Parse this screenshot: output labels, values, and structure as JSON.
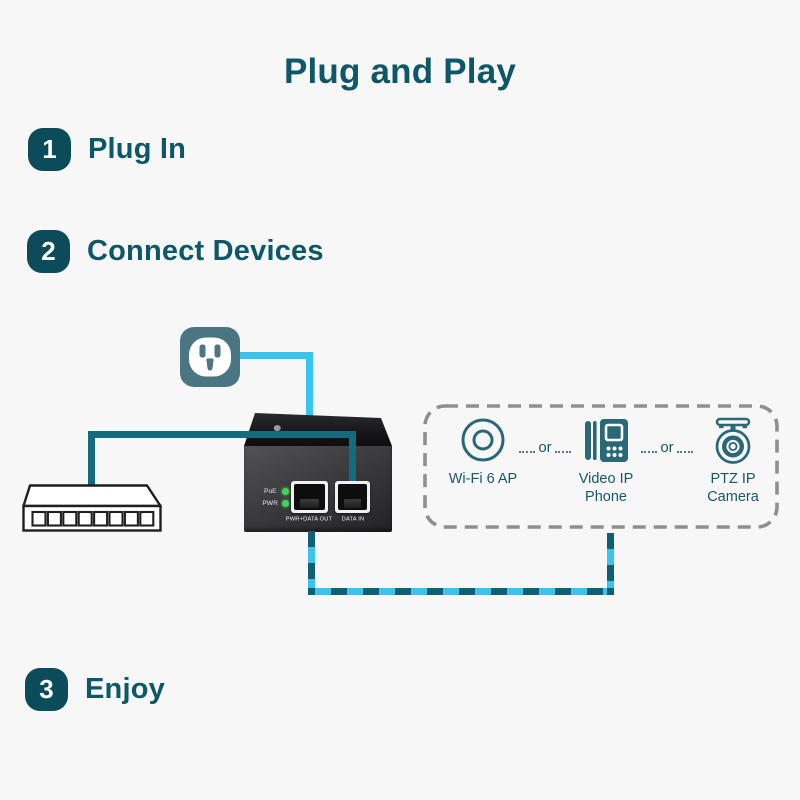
{
  "title": "Plug and Play",
  "steps": [
    {
      "num": "1",
      "label": "Plug In"
    },
    {
      "num": "2",
      "label": "Connect Devices"
    },
    {
      "num": "3",
      "label": "Enjoy"
    }
  ],
  "injector": {
    "leds": [
      {
        "label": "PoE"
      },
      {
        "label": "PWR"
      }
    ],
    "ports": [
      {
        "label": "PWR+DATA OUT"
      },
      {
        "label": "DATA IN"
      }
    ],
    "logo_icon": "tp-link-logo"
  },
  "peripherals": {
    "separator": "or",
    "items": [
      {
        "icon": "wifi-6-ap-icon",
        "label": "Wi-Fi 6 AP"
      },
      {
        "icon": "video-ip-phone-icon",
        "label": "Video IP Phone"
      },
      {
        "icon": "ptz-ip-camera-icon",
        "label": "PTZ IP Camera"
      }
    ]
  },
  "colors": {
    "background": "#f7f7f8",
    "heading_teal": "#0d5766",
    "badge_teal": "#0b4b5a",
    "cable_teal": "#146b7d",
    "cable_cyan": "#38c4ef",
    "dash_dark": "#0f6072",
    "dash_cyan": "#3cc3ec",
    "outlet_teal": "#4a7582",
    "icon_stroke": "#2a6878",
    "led_green": "#41d653",
    "dashed_border": "#8f8f8f"
  }
}
